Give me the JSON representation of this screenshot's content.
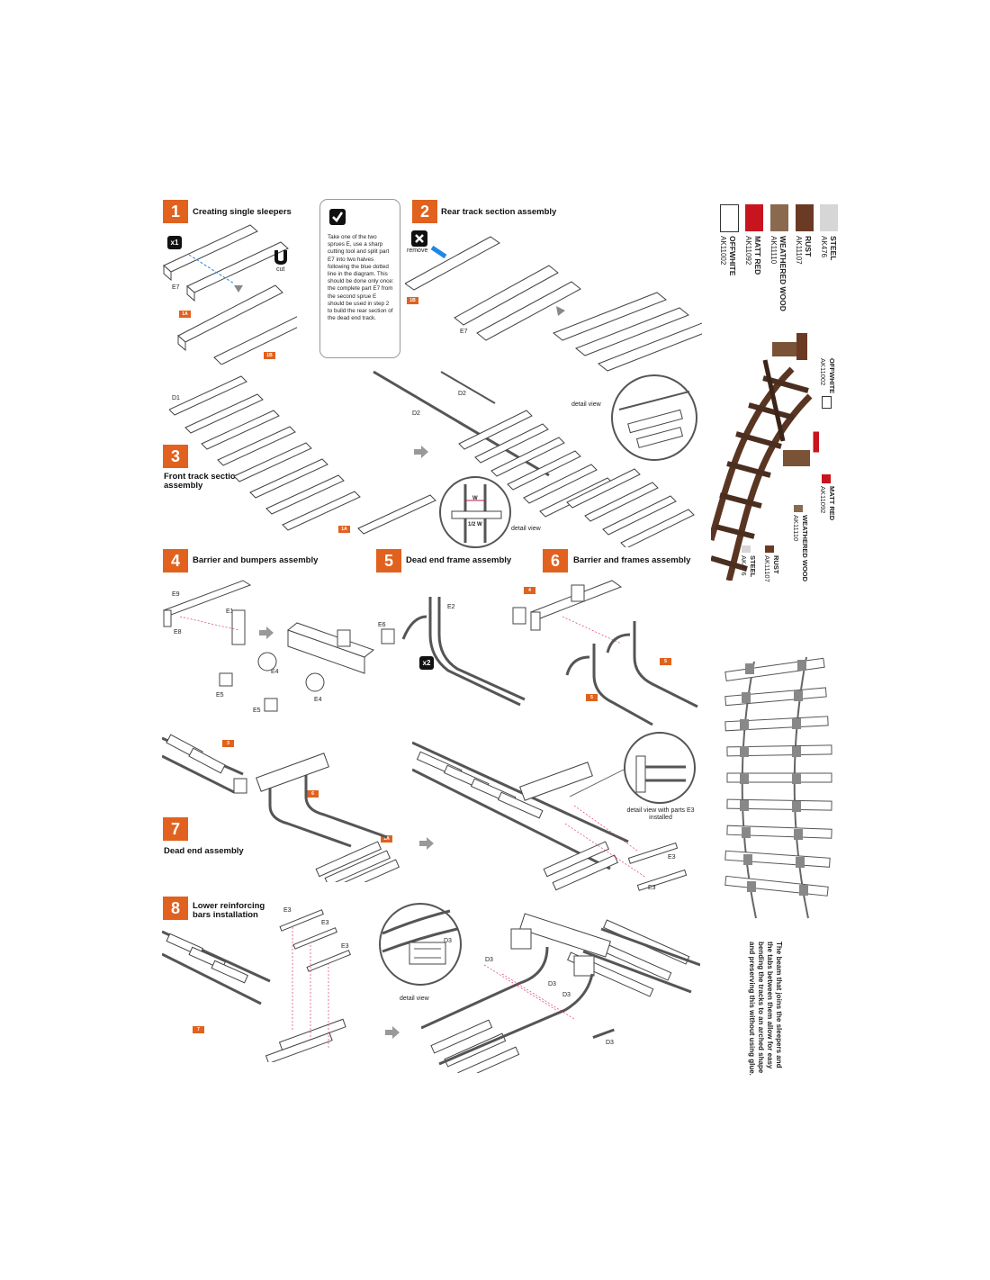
{
  "steps": [
    {
      "num": "1",
      "title": "Creating single sleepers"
    },
    {
      "num": "2",
      "title": "Rear track section assembly"
    },
    {
      "num": "3",
      "title": "Front track section assembly"
    },
    {
      "num": "4",
      "title": "Barrier and bumpers assembly"
    },
    {
      "num": "5",
      "title": "Dead end frame assembly"
    },
    {
      "num": "6",
      "title": "Barrier and frames assembly"
    },
    {
      "num": "7",
      "title": "Dead end assembly"
    },
    {
      "num": "8",
      "title": "Lower reinforcing bars installation"
    }
  ],
  "note": "Take one of the two sprues E, use a sharp cutting tool and split part E7 into two halves following the blue dotted line in the diagram. This should be done only once: the complete part E7 from the second sprue E should be used in step 2 to build the rear section of the dead end track.",
  "labels": {
    "x1": "x1",
    "x2": "x2",
    "cut": "cut",
    "remove": "remove",
    "e7": "E7",
    "d1": "D1",
    "d2": "D2",
    "d3": "D3",
    "e1": "E1",
    "e2": "E2",
    "e3": "E3",
    "e4": "E4",
    "e5": "E5",
    "e6": "E6",
    "e8": "E8",
    "e9": "E9",
    "w": "W",
    "halfw": "1/2 W",
    "detail_view": "detail view",
    "detail_view_e3": "detail view with parts E3 installed"
  },
  "tags": {
    "t1a": "1A",
    "t1b": "1B",
    "t4": "4",
    "t5": "5",
    "t3": "3",
    "t6": "6",
    "t7": "7"
  },
  "paints": [
    {
      "name": "STEEL",
      "code": "AK476",
      "color": "#d6d6d6"
    },
    {
      "name": "RUST",
      "code": "AK11107",
      "color": "#6b3a25"
    },
    {
      "name": "WEATHERED WOOD",
      "code": "AK11110",
      "color": "#8a6a4e"
    },
    {
      "name": "MATT RED",
      "code": "AK11092",
      "color": "#c8141e"
    },
    {
      "name": "OFFWHITE",
      "code": "AK11002",
      "color": "#ffffff"
    }
  ],
  "side_note": "The beam that joins the sleepers and the tabs between them allow for easy bending the tracks to an arched shape and preserving this without using glue."
}
